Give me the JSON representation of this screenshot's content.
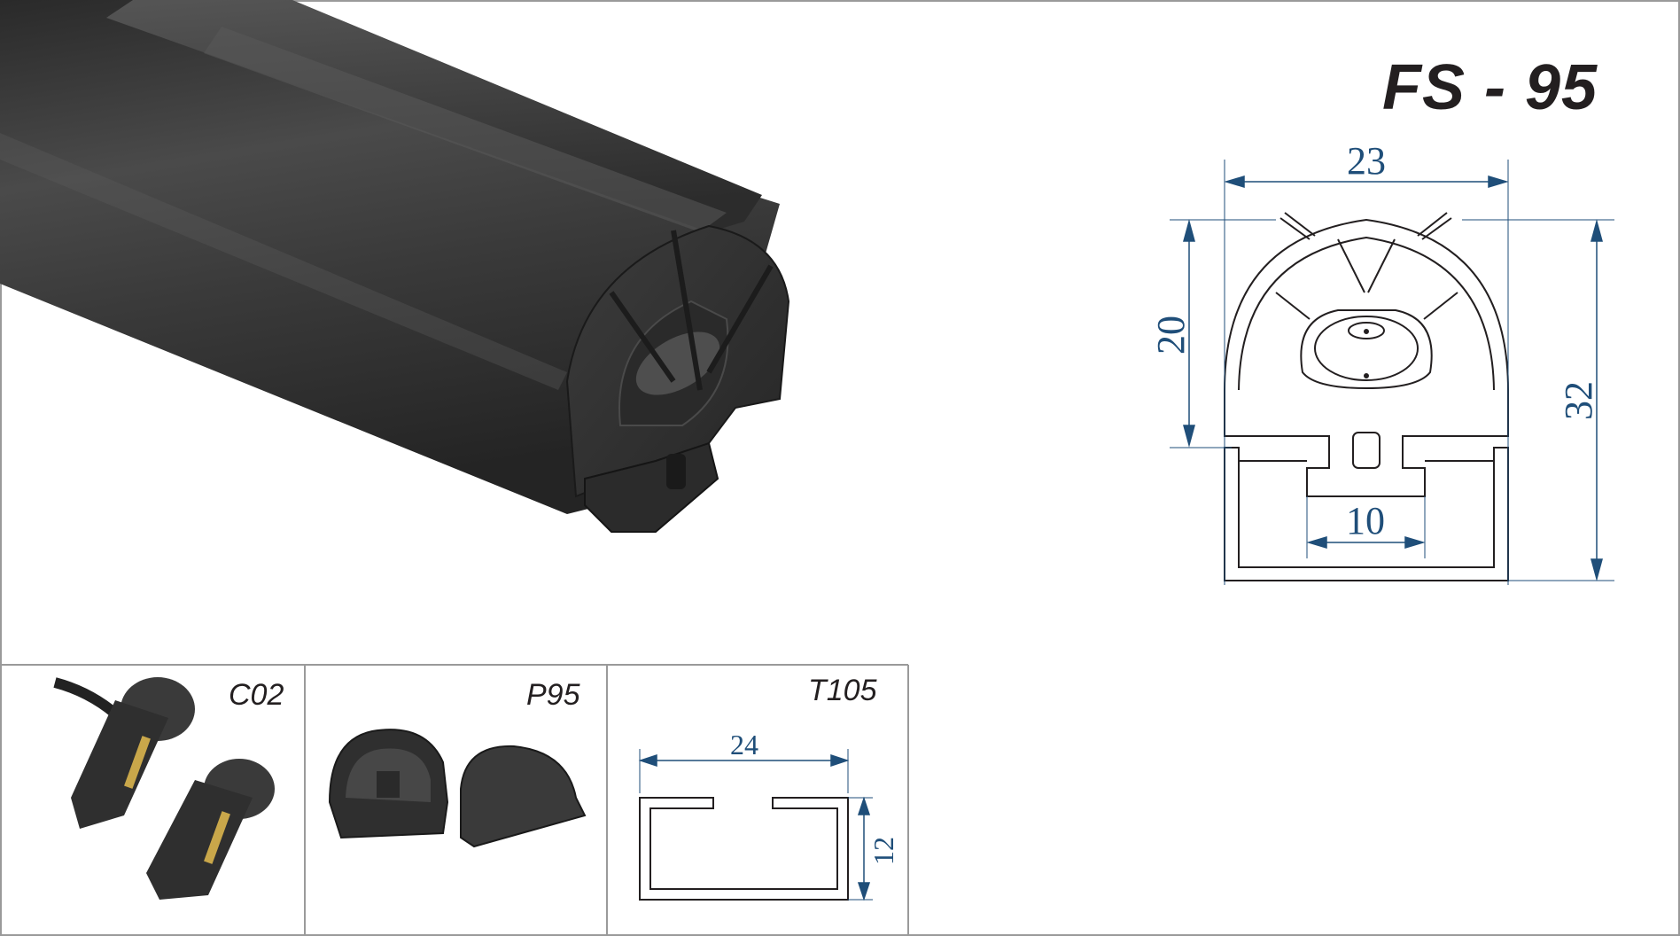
{
  "product": {
    "code": "FS - 95"
  },
  "profile_drawing": {
    "width_dim": "23",
    "lens_height_dim": "20",
    "total_height_dim": "32",
    "slot_width_dim": "10"
  },
  "accessories": [
    {
      "code": "C02"
    },
    {
      "code": "P95"
    },
    {
      "code": "T105",
      "width_dim": "24",
      "height_dim": "12"
    }
  ],
  "colors": {
    "dimension_line": "#1f4e79",
    "outline": "#231f20",
    "profile_body": "#3a3a3a",
    "frame_border": "#9a9a9a"
  }
}
